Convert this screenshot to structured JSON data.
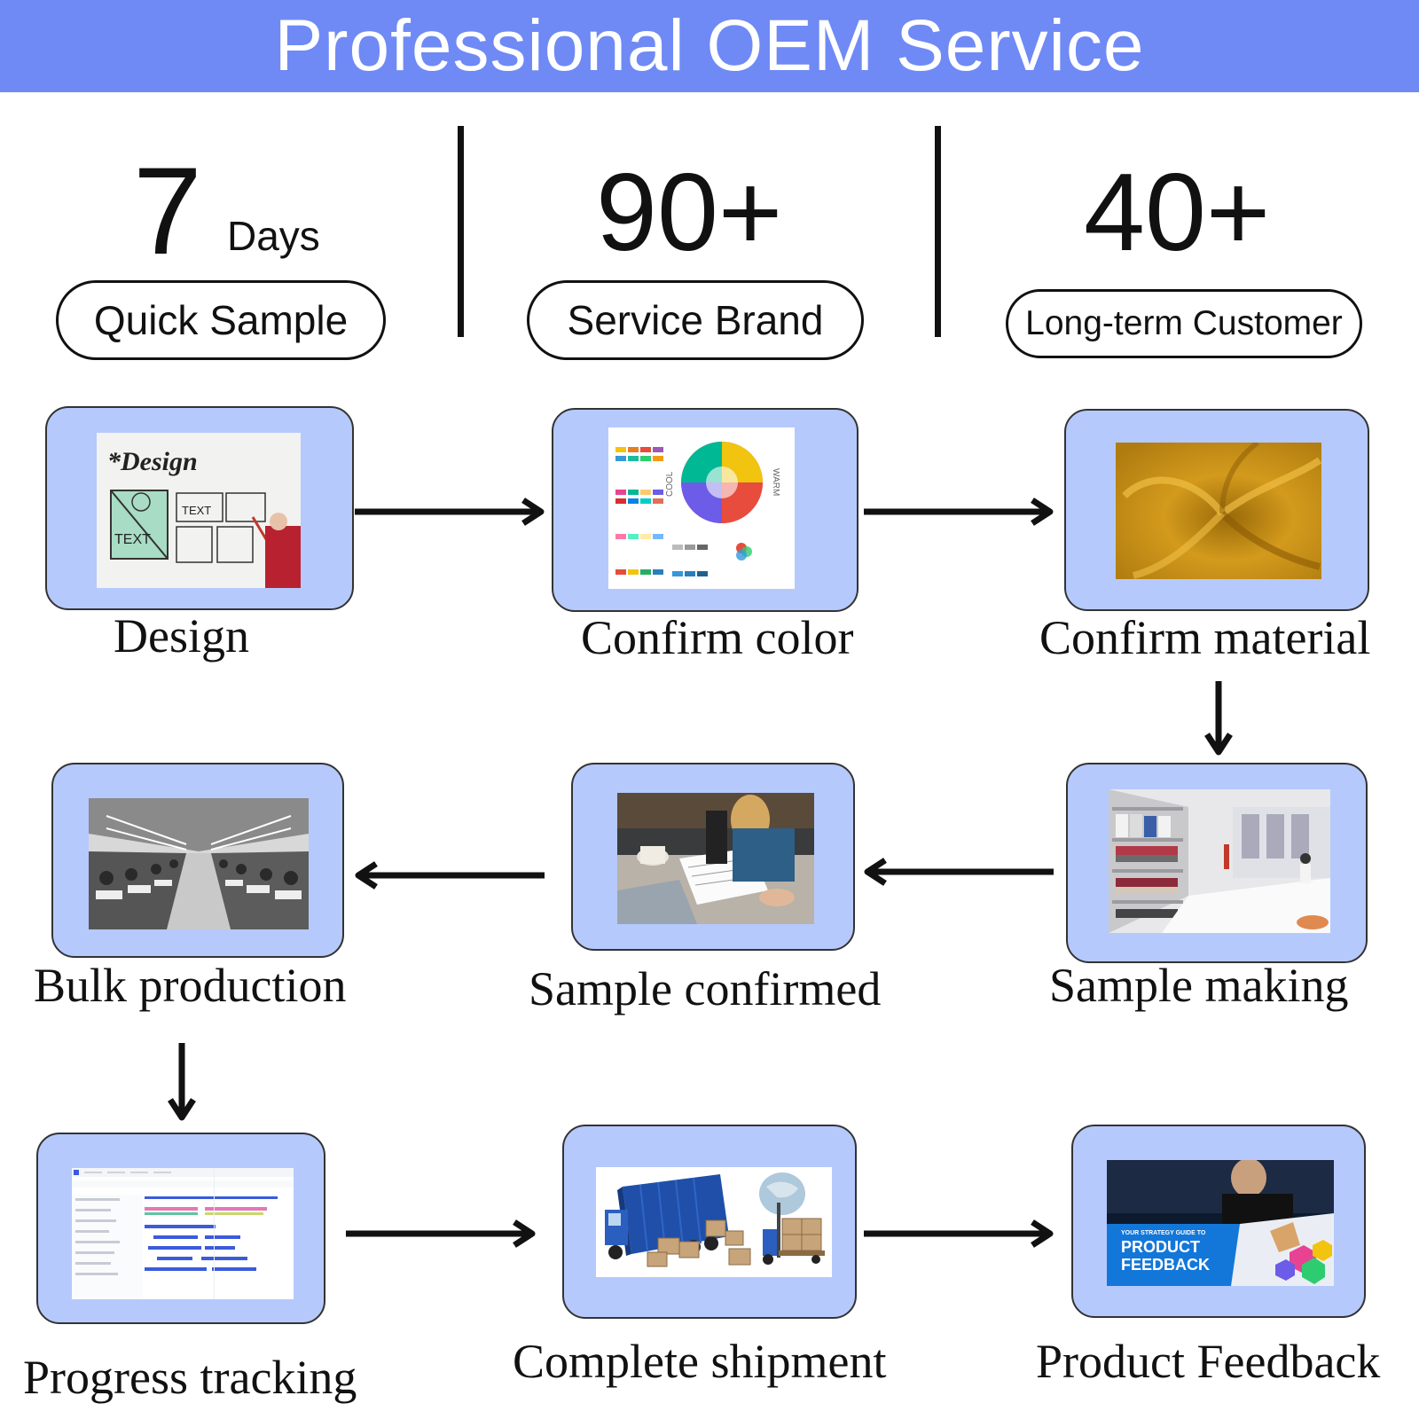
{
  "header": {
    "title": "Professional OEM Service"
  },
  "stats": [
    {
      "value": "7",
      "unit": "Days",
      "label": "Quick Sample"
    },
    {
      "value": "90+",
      "label": "Service Brand"
    },
    {
      "value": "40+",
      "label": "Long-term Customer"
    }
  ],
  "steps": [
    {
      "label": "Design",
      "image": "design-whiteboard-image"
    },
    {
      "label": "Confirm color",
      "image": "color-wheel-chart-image"
    },
    {
      "label": "Confirm material",
      "image": "yellow-fabric-image"
    },
    {
      "label": "Sample making",
      "image": "sample-room-image"
    },
    {
      "label": "Sample confirmed",
      "image": "meeting-notebook-image"
    },
    {
      "label": "Bulk production",
      "image": "factory-floor-image"
    },
    {
      "label": "Progress tracking",
      "image": "gantt-dashboard-image"
    },
    {
      "label": "Complete shipment",
      "image": "truck-boxes-image"
    },
    {
      "label": "Product Feedback",
      "image": "product-feedback-image"
    }
  ],
  "images": {
    "design_heading": "*Design",
    "design_text_a": "TEXT",
    "design_text_b": "TEXT",
    "color_cool": "COOL",
    "color_warm": "WARM",
    "feedback_small": "YOUR STRATEGY GUIDE TO",
    "feedback_line1": "PRODUCT",
    "feedback_line2": "FEEDBACK"
  },
  "colors": {
    "header": "#6f8af5",
    "card": "#b6c9fc",
    "text": "#111111"
  }
}
